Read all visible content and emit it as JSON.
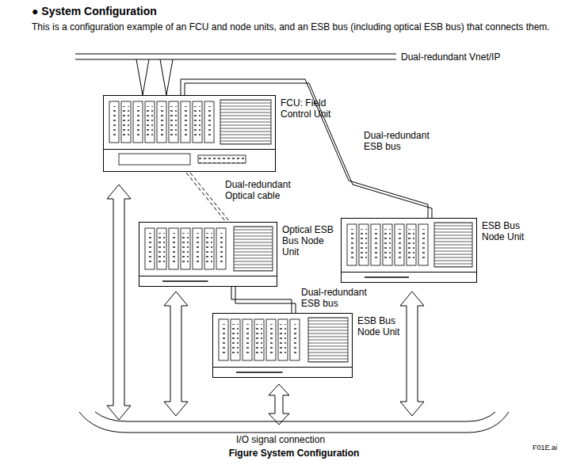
{
  "diagram": {
    "title": "● System Configuration",
    "caption": "Figure System Configuration",
    "nodes": [
      {
        "text": [
          "FCU: Field Control Unit"
        ]
      },
      {
        "text": [
          "Optical ESB Bus Node Unit"
        ]
      },
      {
        "text": [
          "ESB Bus Node Unit"
        ]
      },
      {
        "text": [
          "ESB Bus Node Unit"
        ]
      }
    ],
    "edges": [
      {
        "from": 0,
        "to": 1,
        "label": "Dual-redundant Optical cable",
        "arrow": "none"
      },
      {
        "from": 0,
        "to": 2,
        "label": "Dual-redundant ESB bus",
        "arrow": "none"
      },
      {
        "from": 1,
        "to": 3,
        "label": "Dual-redundant ESB bus",
        "arrow": "none"
      }
    ],
    "labels": [
      "This is a configuration example of an FCU and node units, and an ESB bus (including optical ESB bus) that connects them.",
      "Dual-redundant Vnet/IP",
      "I/O signal connection",
      "F01E.ai"
    ]
  }
}
